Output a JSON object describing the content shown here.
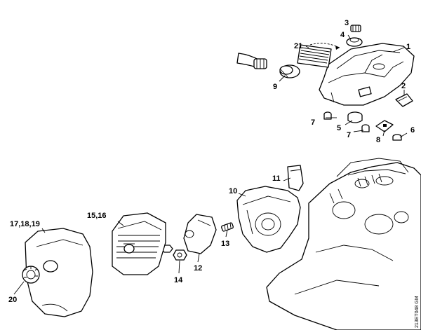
{
  "diagram": {
    "labels": {
      "l1": "1",
      "l2": "2",
      "l3": "3",
      "l4": "4",
      "l5": "5",
      "l6": "6",
      "l7a": "7",
      "l7b": "7",
      "l8": "8",
      "l9": "9",
      "l10": "10",
      "l11": "11",
      "l12": "12",
      "l13": "13",
      "l14": "14",
      "l15_16": "15,16",
      "l17_18_19": "17,18,19",
      "l20": "20",
      "l21": "21"
    },
    "drawing_code": "213ET048 GM"
  }
}
